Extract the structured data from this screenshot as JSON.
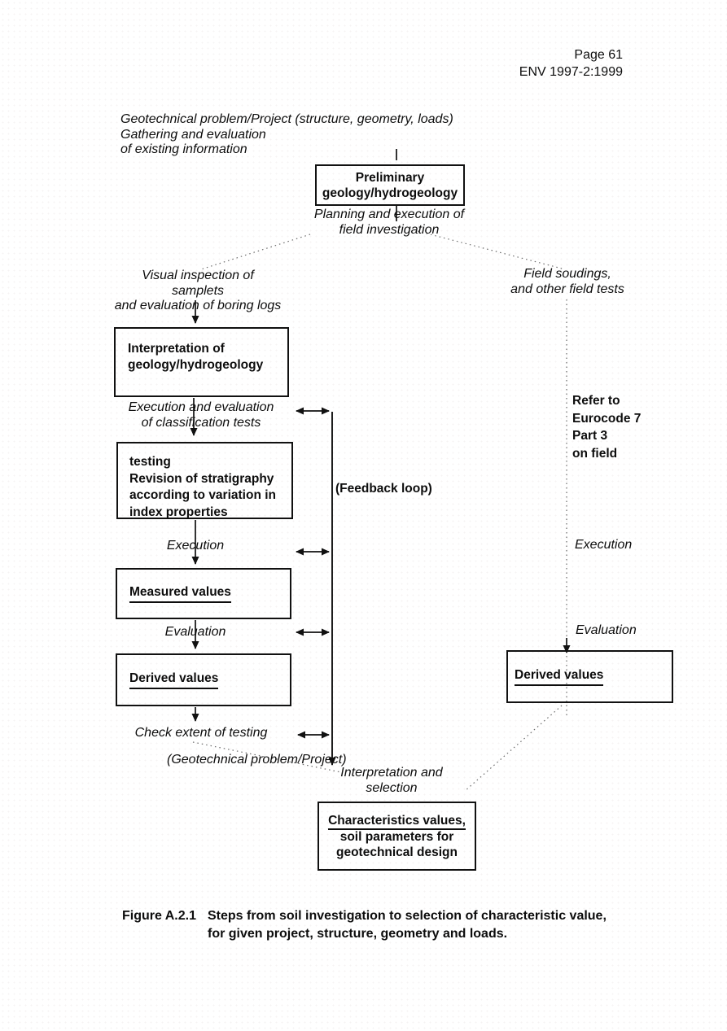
{
  "header": {
    "page_number": "Page 61",
    "standard_reference": "ENV 1997-2:1999"
  },
  "intro_note": {
    "line1": "Geotechnical problem/Project (structure, geometry, loads)",
    "line2": "Gathering and evaluation",
    "line3": "of existing information"
  },
  "flow": {
    "preliminary_box": {
      "line1": "Preliminary",
      "line2": "geology/hydrogeology"
    },
    "planning_label": {
      "line1": "Planning and execution of",
      "line2": "field investigation"
    },
    "visual_inspection_label": {
      "line1": "Visual inspection of samplets",
      "line2": "and evaluation of boring logs"
    },
    "field_soundings_label": {
      "line1": "Field soudings,",
      "line2": "and other field tests"
    },
    "interpretation_box": {
      "line1": "Interpretation of",
      "line2": "geology/hydrogeology"
    },
    "classification_label": {
      "line1": "Execution and evaluation",
      "line2": "of classification tests"
    },
    "testing_box": {
      "line1": "testing",
      "line2": "Revision of stratigraphy",
      "line3": "according to variation in",
      "line4": "index properties"
    },
    "feedback_label": "(Feedback loop)",
    "execution_left_label": "Execution",
    "measured_values_box": "Measured values",
    "evaluation_left_label": "Evaluation",
    "derived_values_left_box": "Derived values",
    "check_extent_label": "Check extent of testing",
    "geotechnical_problem_label": "(Geotechnical problem/Project)",
    "interpretation_selection_label": {
      "line1": "Interpretation and",
      "line2": "selection"
    },
    "characteristics_box": {
      "line1": "Characteristics values,",
      "line2": "soil parameters for",
      "line3": "geotechnical design"
    },
    "refer_label": {
      "line1": "Refer to",
      "line2": "Eurocode 7",
      "line3": "Part 3",
      "line4": "on field"
    },
    "execution_right_label": "Execution",
    "evaluation_right_label": "Evaluation",
    "derived_values_right_box": "Derived values"
  },
  "caption": {
    "figure_number": "Figure A.2.1",
    "line1": "Steps from soil investigation to selection of characteristic value,",
    "line2": "for given project, structure, geometry and loads."
  },
  "colors": {
    "ink": "#111111",
    "dotted_line": "#6a6a6a",
    "background": "#ffffff"
  }
}
